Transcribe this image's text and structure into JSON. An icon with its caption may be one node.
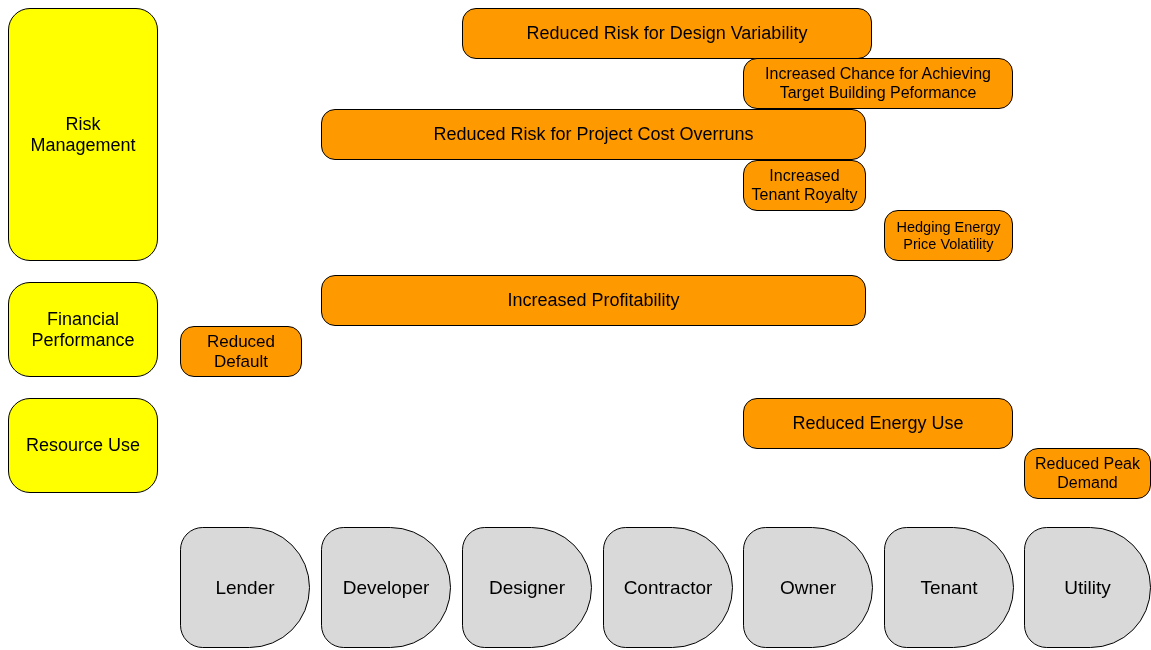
{
  "diagram": {
    "nodes": [
      {
        "text": [
          "Risk Management"
        ]
      },
      {
        "text": [
          "Reduced Risk for Design Variability"
        ]
      },
      {
        "text": [
          "Increased Chance for Achieving Target Building Peformance"
        ]
      },
      {
        "text": [
          "Reduced Risk for Project Cost Overruns"
        ]
      },
      {
        "text": [
          "Increased Tenant Royalty"
        ]
      },
      {
        "text": [
          "Hedging Energy Price Volatility"
        ]
      },
      {
        "text": [
          "Financial Performance"
        ]
      },
      {
        "text": [
          "Increased Profitability"
        ]
      },
      {
        "text": [
          "Reduced Default"
        ]
      },
      {
        "text": [
          "Resource Use"
        ]
      },
      {
        "text": [
          "Reduced Energy Use"
        ]
      },
      {
        "text": [
          "Reduced Peak Demand"
        ]
      },
      {
        "text": [
          "Lender"
        ]
      },
      {
        "text": [
          "Developer"
        ]
      },
      {
        "text": [
          "Designer"
        ]
      },
      {
        "text": [
          "Contractor"
        ]
      },
      {
        "text": [
          "Owner"
        ]
      },
      {
        "text": [
          "Tenant"
        ]
      },
      {
        "text": [
          "Utility"
        ]
      }
    ]
  }
}
